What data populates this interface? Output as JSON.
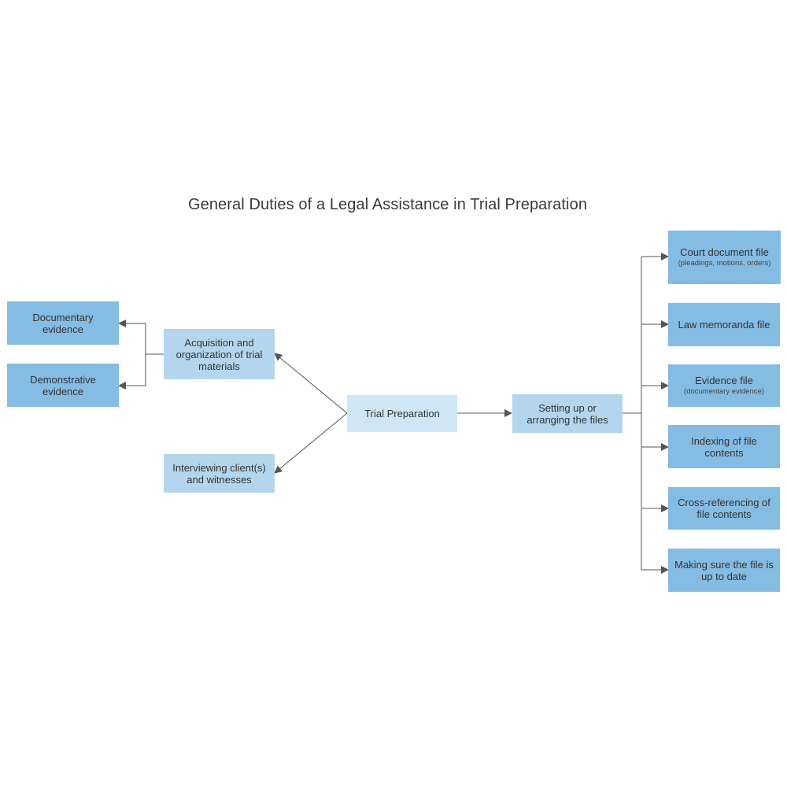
{
  "title": "General Duties of a Legal Assistance in Trial Preparation",
  "colors": {
    "center": "#cfe7f5",
    "branch": "#b3d6ee",
    "leaf": "#85bce3",
    "connector": "#555555"
  },
  "nodes": {
    "center": {
      "label": "Trial Preparation"
    },
    "acquisition": {
      "label": "Acquisition and organization of trial materials"
    },
    "interviewing": {
      "label": "Interviewing client(s) and witnesses"
    },
    "setting_up": {
      "label": "Setting up or arranging the files"
    },
    "documentary": {
      "label": "Documentary evidence"
    },
    "demonstrative": {
      "label": "Demonstrative evidence"
    },
    "court_document": {
      "label": "Court document file",
      "sub": "(pleadings, motions, orders)"
    },
    "law_memoranda": {
      "label": "Law memoranda file"
    },
    "evidence_file": {
      "label": "Evidence file",
      "sub": "(documentary evidence)"
    },
    "indexing": {
      "label": "Indexing of file contents"
    },
    "cross_referencing": {
      "label": "Cross-referencing of file contents"
    },
    "up_to_date": {
      "label": "Making sure the file is up to date"
    }
  }
}
